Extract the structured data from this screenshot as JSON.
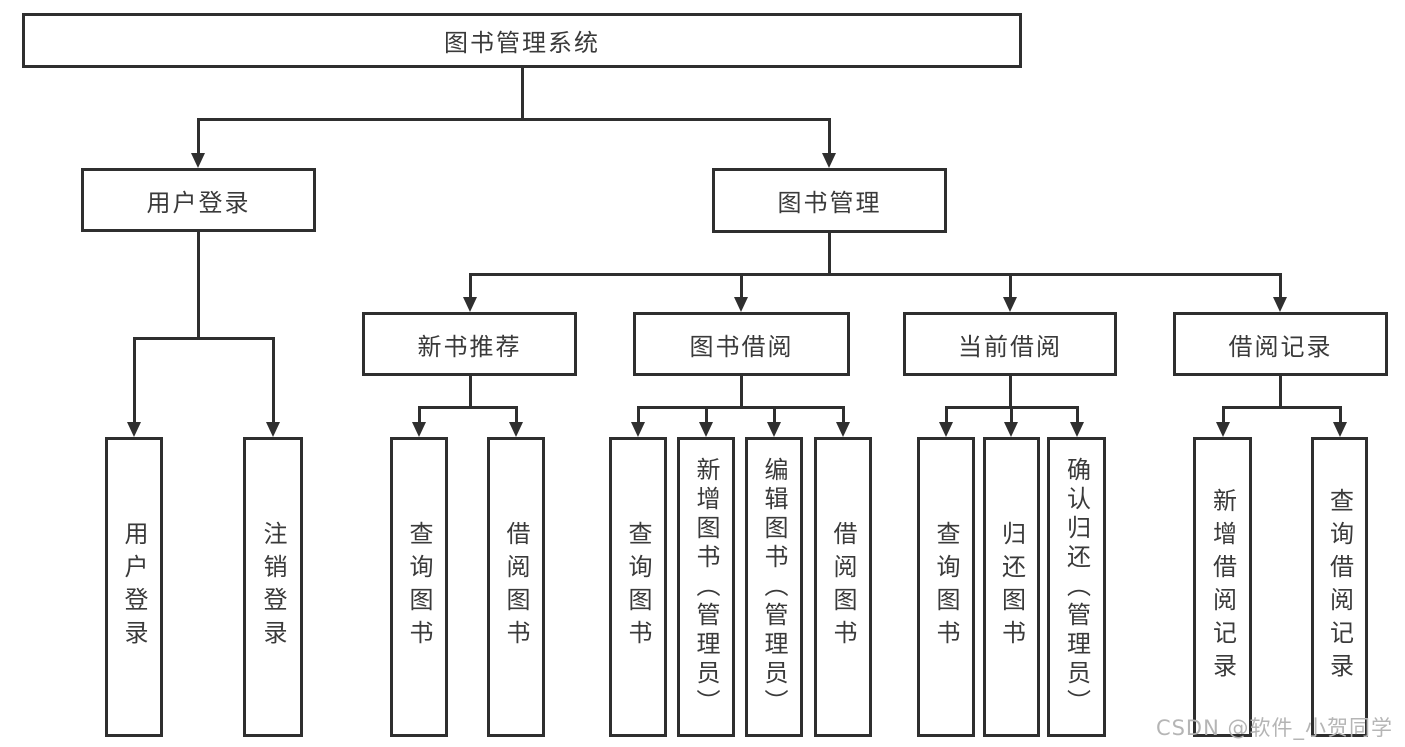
{
  "diagram": {
    "root_label": "图书管理系统",
    "user_login": {
      "label": "用户登录",
      "children": [
        "用户登录",
        "注销登录"
      ]
    },
    "book_management": {
      "label": "图书管理"
    },
    "modules": [
      {
        "label": "新书推荐",
        "children": [
          "查询图书",
          "借阅图书"
        ]
      },
      {
        "label": "图书借阅",
        "children": [
          "查询图书",
          "新增图书（管理员）",
          "编辑图书（管理员）",
          "借阅图书"
        ]
      },
      {
        "label": "当前借阅",
        "children": [
          "查询图书",
          "归还图书",
          "确认归还（管理员）"
        ]
      },
      {
        "label": "借阅记录",
        "children": [
          "新增借阅记录",
          "查询借阅记录"
        ]
      }
    ],
    "watermark": "CSDN @软件_小贺同学",
    "colors": {
      "line": "#2f2f2f",
      "text": "#3a3a3a",
      "watermark": "#b5b5b5",
      "background": "#ffffff"
    }
  }
}
